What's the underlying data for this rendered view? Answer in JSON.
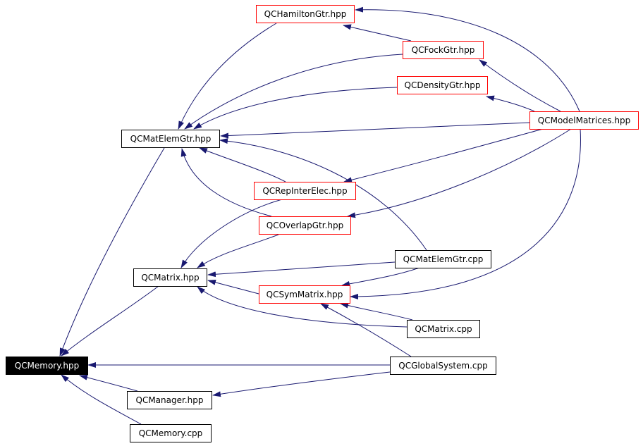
{
  "colors": {
    "edge": "#191970",
    "arrow": "#191970",
    "box_plain": "#000000",
    "box_highlight": "#ff0000",
    "root_fill": "#000000",
    "root_text": "#ffffff"
  },
  "nodes": [
    {
      "id": "hamilton",
      "label": "QCHamiltonGtr.hpp",
      "style": "highlight"
    },
    {
      "id": "fock",
      "label": "QCFockGtr.hpp",
      "style": "highlight"
    },
    {
      "id": "density",
      "label": "QCDensityGtr.hpp",
      "style": "highlight"
    },
    {
      "id": "modelmat",
      "label": "QCModelMatrices.hpp",
      "style": "highlight"
    },
    {
      "id": "matelem_hpp",
      "label": "QCMatElemGtr.hpp",
      "style": "plain"
    },
    {
      "id": "repinter",
      "label": "QCRepInterElec.hpp",
      "style": "highlight"
    },
    {
      "id": "overlap",
      "label": "QCOverlapGtr.hpp",
      "style": "highlight"
    },
    {
      "id": "matelem_cpp",
      "label": "QCMatElemGtr.cpp",
      "style": "plain"
    },
    {
      "id": "matrix_hpp",
      "label": "QCMatrix.hpp",
      "style": "plain"
    },
    {
      "id": "symmatrix",
      "label": "QCSymMatrix.hpp",
      "style": "highlight"
    },
    {
      "id": "matrix_cpp",
      "label": "QCMatrix.cpp",
      "style": "plain"
    },
    {
      "id": "memory_hpp",
      "label": "QCMemory.hpp",
      "style": "root"
    },
    {
      "id": "global",
      "label": "QCGlobalSystem.cpp",
      "style": "plain"
    },
    {
      "id": "manager",
      "label": "QCManager.hpp",
      "style": "plain"
    },
    {
      "id": "memory_cpp",
      "label": "QCMemory.cpp",
      "style": "plain"
    }
  ],
  "edges": [
    {
      "from": "fock",
      "to": "hamilton"
    },
    {
      "from": "modelmat",
      "to": "hamilton"
    },
    {
      "from": "modelmat",
      "to": "fock"
    },
    {
      "from": "modelmat",
      "to": "density"
    },
    {
      "from": "modelmat",
      "to": "matelem_hpp"
    },
    {
      "from": "modelmat",
      "to": "repinter"
    },
    {
      "from": "modelmat",
      "to": "overlap"
    },
    {
      "from": "modelmat",
      "to": "symmatrix"
    },
    {
      "from": "hamilton",
      "to": "matelem_hpp"
    },
    {
      "from": "fock",
      "to": "matelem_hpp"
    },
    {
      "from": "density",
      "to": "matelem_hpp"
    },
    {
      "from": "repinter",
      "to": "matelem_hpp"
    },
    {
      "from": "overlap",
      "to": "matelem_hpp"
    },
    {
      "from": "matelem_cpp",
      "to": "matelem_hpp"
    },
    {
      "from": "matelem_hpp",
      "to": "memory_hpp"
    },
    {
      "from": "repinter",
      "to": "matrix_hpp"
    },
    {
      "from": "overlap",
      "to": "matrix_hpp"
    },
    {
      "from": "matelem_cpp",
      "to": "matrix_hpp"
    },
    {
      "from": "symmatrix",
      "to": "matrix_hpp"
    },
    {
      "from": "matrix_cpp",
      "to": "matrix_hpp"
    },
    {
      "from": "matelem_cpp",
      "to": "symmatrix"
    },
    {
      "from": "matrix_cpp",
      "to": "symmatrix"
    },
    {
      "from": "global",
      "to": "symmatrix"
    },
    {
      "from": "matrix_hpp",
      "to": "memory_hpp"
    },
    {
      "from": "global",
      "to": "memory_hpp"
    },
    {
      "from": "global",
      "to": "manager"
    },
    {
      "from": "manager",
      "to": "memory_hpp"
    },
    {
      "from": "memory_cpp",
      "to": "memory_hpp"
    }
  ]
}
